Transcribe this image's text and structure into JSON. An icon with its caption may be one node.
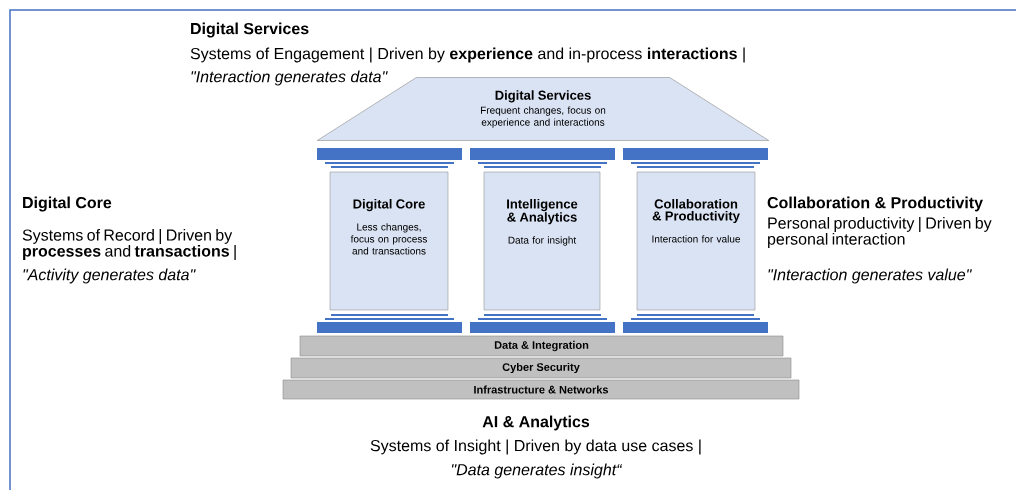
{
  "diagram": {
    "nodes": [
      {
        "text": [
          "Digital Services",
          "Frequent changes, focus on experience and interactions"
        ]
      },
      {
        "text": [
          "Digital Core",
          "Less changes, focus on process and transactions"
        ]
      },
      {
        "text": [
          "Intelligence & Analytics",
          "Data for insight"
        ]
      },
      {
        "text": [
          "Collaboration & Productivity",
          "Interaction for value"
        ]
      },
      {
        "text": [
          "Data & Integration"
        ]
      },
      {
        "text": [
          "Cyber Security"
        ]
      },
      {
        "text": [
          "Infrastructure & Networks"
        ]
      }
    ],
    "labels": [
      "Digital Services",
      "Systems of Engagement | Driven by **experience** and in-process **interactions** |",
      "\"Interaction generates data\"",
      "Digital Core",
      "Systems of Record | Driven by **processes** and **transactions** |",
      "\"Activity generates data\"",
      "Collaboration & Productivity",
      "Personal productivity | Driven by personal interaction",
      "\"Interaction generates value\"",
      "AI & Analytics",
      "Systems of Insight | Driven by data use cases |",
      "\"Data generates insight“"
    ]
  }
}
